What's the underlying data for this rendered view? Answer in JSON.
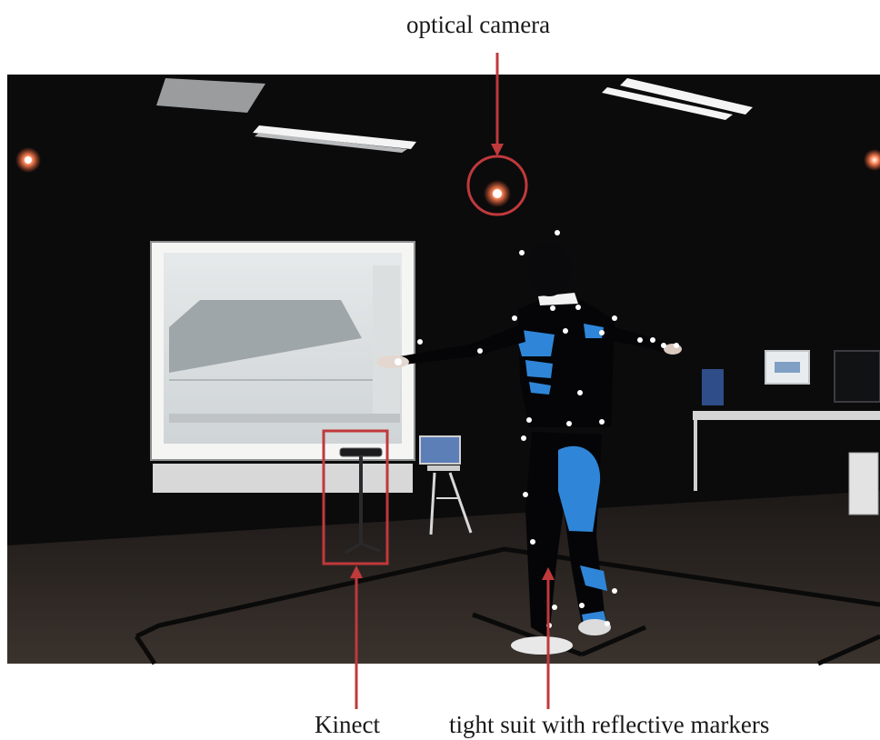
{
  "figure": {
    "labels": {
      "camera": "optical camera",
      "kinect": "Kinect",
      "suit": "tight suit with reflective markers"
    },
    "colors": {
      "annotation": "#c0393b",
      "room_dark": "#0b0b0c",
      "floor": "#2b2522",
      "suit_blue": "#2f86d8",
      "suit_black": "#050508",
      "marker": "#ffffff"
    },
    "icons": {
      "camera": "optical-camera-icon",
      "kinect": "kinect-sensor-icon"
    }
  }
}
